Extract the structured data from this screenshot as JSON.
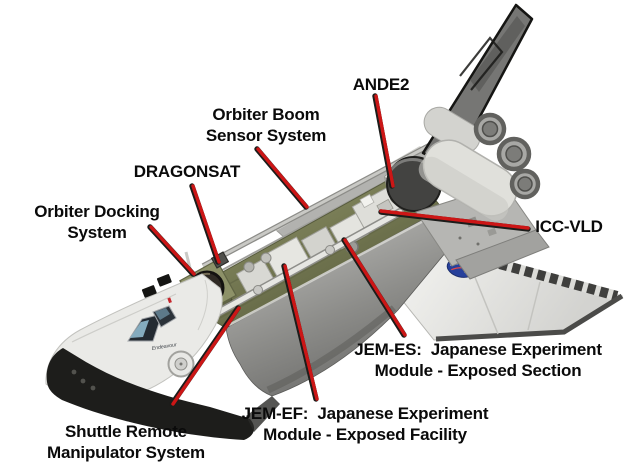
{
  "diagram": {
    "vehicle_marking": "Endeavour",
    "labels": {
      "ande2": {
        "text": "ANDE2"
      },
      "obss": {
        "text": "Orbiter Boom\nSensor System"
      },
      "dragonsat": {
        "text": "DRAGONSAT"
      },
      "ods": {
        "text": "Orbiter Docking\nSystem"
      },
      "icc_vld": {
        "text": "ICC-VLD"
      },
      "jem_es": {
        "text": "JEM-ES:  Japanese Experiment\nModule - Exposed Section"
      },
      "jem_ef": {
        "text": "JEM-EF:  Japanese Experiment\nModule - Exposed Facility"
      },
      "srms": {
        "text": "Shuttle Remote\nManipulator System"
      }
    }
  },
  "style": {
    "leader_line_color": "#cc1616",
    "leader_line_edge_color": "#1c1c1a",
    "label_text_color": "#0a0a0a",
    "nasa_logo_color": "#27409b"
  },
  "icons": {
    "nasa_logo": "nasa-meatball-logo"
  }
}
